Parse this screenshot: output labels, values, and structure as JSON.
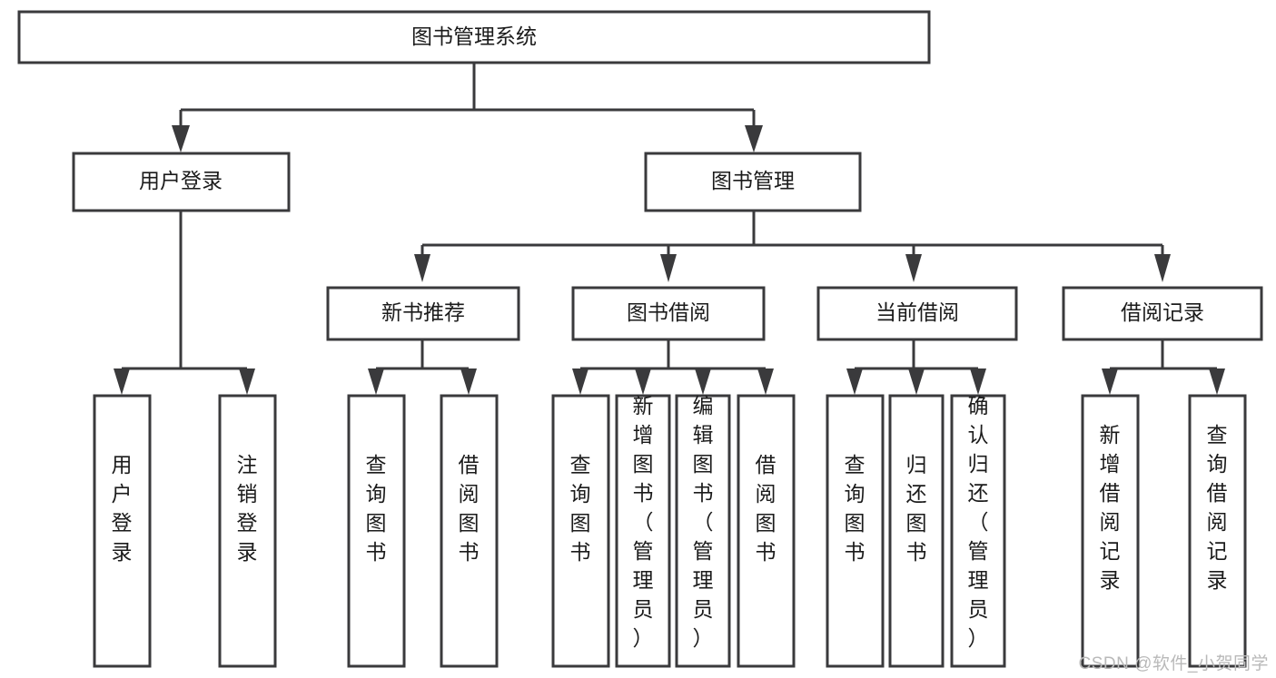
{
  "diagram": {
    "title": "图书管理系统",
    "type": "tree",
    "orientation": "top-down",
    "colors": {
      "box_stroke": "#3a3a3c",
      "box_fill": "#ffffff",
      "connector": "#3a3a3c",
      "text": "#1b1b1b",
      "watermark": "#b9b9b9",
      "background": "#ffffff"
    },
    "root": {
      "id": "root",
      "label": "图书管理系统"
    },
    "level2": [
      {
        "id": "user-login",
        "label": "用户登录"
      },
      {
        "id": "book-management",
        "label": "图书管理"
      }
    ],
    "level3": [
      {
        "id": "new-book-recommend",
        "label": "新书推荐",
        "parent": "book-management"
      },
      {
        "id": "book-borrow",
        "label": "图书借阅",
        "parent": "book-management"
      },
      {
        "id": "current-borrow",
        "label": "当前借阅",
        "parent": "book-management"
      },
      {
        "id": "borrow-record",
        "label": "借阅记录",
        "parent": "book-management"
      }
    ],
    "leaves": [
      {
        "id": "leaf-user-login",
        "label": "用户登录",
        "parent": "user-login"
      },
      {
        "id": "leaf-logout-login",
        "label": "注销登录",
        "parent": "user-login"
      },
      {
        "id": "leaf-query-book-1",
        "label": "查询图书",
        "parent": "new-book-recommend"
      },
      {
        "id": "leaf-borrow-book-1",
        "label": "借阅图书",
        "parent": "new-book-recommend"
      },
      {
        "id": "leaf-query-book-2",
        "label": "查询图书",
        "parent": "book-borrow"
      },
      {
        "id": "leaf-add-book",
        "label": "新增图书（管理员）",
        "parent": "book-borrow"
      },
      {
        "id": "leaf-edit-book",
        "label": "编辑图书（管理员）",
        "parent": "book-borrow"
      },
      {
        "id": "leaf-borrow-book-2",
        "label": "借阅图书",
        "parent": "book-borrow"
      },
      {
        "id": "leaf-query-book-3",
        "label": "查询图书",
        "parent": "current-borrow"
      },
      {
        "id": "leaf-return-book",
        "label": "归还图书",
        "parent": "current-borrow"
      },
      {
        "id": "leaf-confirm-return",
        "label": "确认归还（管理员）",
        "parent": "current-borrow"
      },
      {
        "id": "leaf-add-record",
        "label": "新增借阅记录",
        "parent": "borrow-record"
      },
      {
        "id": "leaf-query-record",
        "label": "查询借阅记录",
        "parent": "borrow-record"
      }
    ]
  },
  "watermark": {
    "text": "CSDN @软件_小贺同学"
  }
}
